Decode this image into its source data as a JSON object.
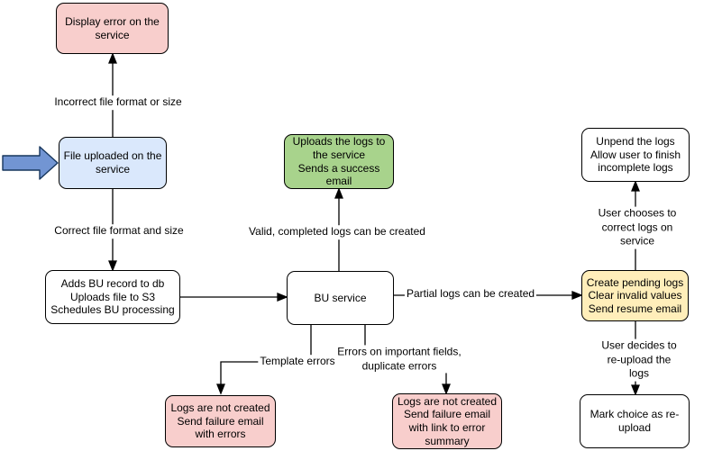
{
  "diagram": {
    "type": "flowchart",
    "background_color": "#ffffff",
    "stroke_color": "#000000",
    "nodes": {
      "display_error": {
        "text": "Display error on the\nservice",
        "fill": "#f8cecc"
      },
      "file_uploaded": {
        "text": "File uploaded on the\nservice",
        "fill": "#dae8fc"
      },
      "adds_bu_record": {
        "text": "Adds BU record to db\nUploads file to S3\nSchedules BU processing",
        "fill": "#ffffff"
      },
      "bu_service": {
        "text": "BU service",
        "fill": "#ffffff"
      },
      "uploads_logs": {
        "text": "Uploads the logs to\nthe service\nSends a success\nemail",
        "fill": "#a8d38c"
      },
      "create_pending_logs": {
        "text": "Create pending logs\nClear invalid values\nSend resume email",
        "fill": "#ffeeba"
      },
      "unpend_logs": {
        "text": "Unpend the logs\nAllow user to finish\nincomplete logs",
        "fill": "#ffffff"
      },
      "mark_choice_reupload": {
        "text": "Mark choice as re-\nupload",
        "fill": "#ffffff"
      },
      "logs_not_created_errors": {
        "text": "Logs are not created\nSend failure email\nwith errors",
        "fill": "#f8cecc"
      },
      "logs_not_created_summary": {
        "text": "Logs are not created\nSend failure email\nwith link to error\nsummary",
        "fill": "#f8cecc"
      }
    },
    "edge_labels": {
      "incorrect_format": "Incorrect file format or size",
      "correct_format": "Correct file format and size",
      "valid_logs": "Valid, completed logs can be created",
      "partial_logs": "Partial logs can be created",
      "template_errors": "Template errors",
      "important_errors": "Errors on important fields,\nduplicate errors",
      "user_corrects": "User chooses to correct logs on service",
      "user_reuploads": "User decides to re-upload the logs"
    },
    "entry_arrow": {
      "meaning": "entry-point-arrow",
      "fill": "#7295d3",
      "stroke": "#17365d"
    }
  }
}
